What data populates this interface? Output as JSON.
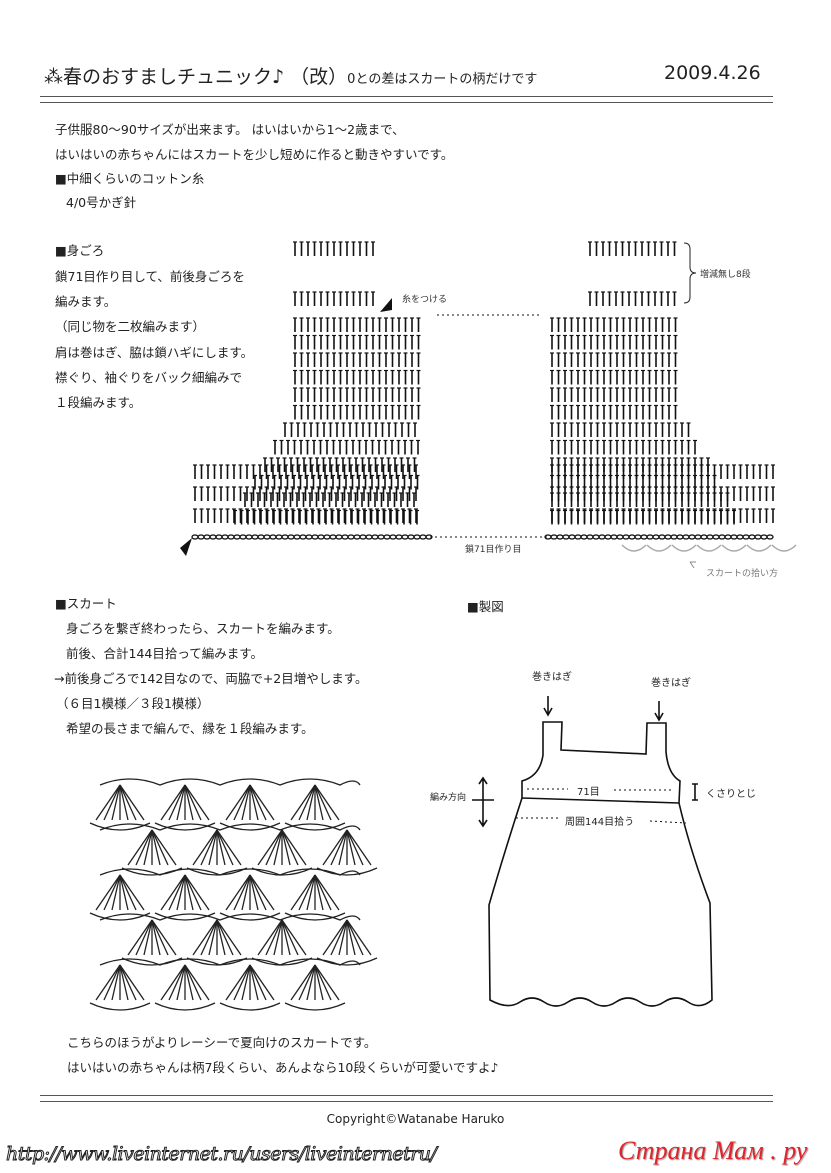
{
  "header": {
    "title": "⁂春のおすましチュニック♪ （改）",
    "subtitle": "0との差はスカートの柄だけです",
    "date": "2009.4.26"
  },
  "intro": [
    "子供服80～90サイズが出来ます。 はいはいから1～2歳まで、",
    "はいはいの赤ちゃんにはスカートを少し短めに作ると動きやすいです。",
    "■中細くらいのコットン糸",
    "4/0号かぎ針"
  ],
  "bodice": {
    "heading": "■身ごろ",
    "lines": [
      "鎖71目作り目して、前後身ごろを",
      "編みます。",
      "（同じ物を二枚編みます）",
      "肩は巻はぎ、脇は鎖ハギにします。",
      "襟ぐり、袖ぐりをバック細編みで",
      "１段編みます。"
    ],
    "chart_labels": {
      "attach_yarn": "糸をつける",
      "no_change_rows": "増減無し8段",
      "foundation": "鎖71目作り目",
      "skirt_pickup": "スカートの拾い方"
    }
  },
  "skirt": {
    "heading": "■スカート",
    "lines": [
      "身ごろを繋ぎ終わったら、スカートを編みます。",
      "前後、合計144目拾って編みます。",
      "→前後身ごろで142目なので、両脇で+2目増やします。",
      "（６目1模様／３段1模様）",
      "希望の長さまで編んで、縁を１段編みます。"
    ]
  },
  "schematic": {
    "heading": "■製図",
    "shoulder_left": "巻きはぎ",
    "shoulder_right": "巻きはぎ",
    "direction": "編み方向",
    "bodice_width": "71目",
    "side_seam": "くさりとじ",
    "skirt_pickup": "周囲144目拾う"
  },
  "footer_notes": [
    "こちらのほうがよりレーシーで夏向けのスカートです。",
    "はいはいの赤ちゃんは柄7段くらい、あんよなら10段くらいが可愛いですよ♪"
  ],
  "copyright": "Copyright©Watanabe Haruko",
  "watermark_url": "http://www.liveinternet.ru/users/liveinternetru/",
  "watermark_brand": "Страна Мам . ру"
}
